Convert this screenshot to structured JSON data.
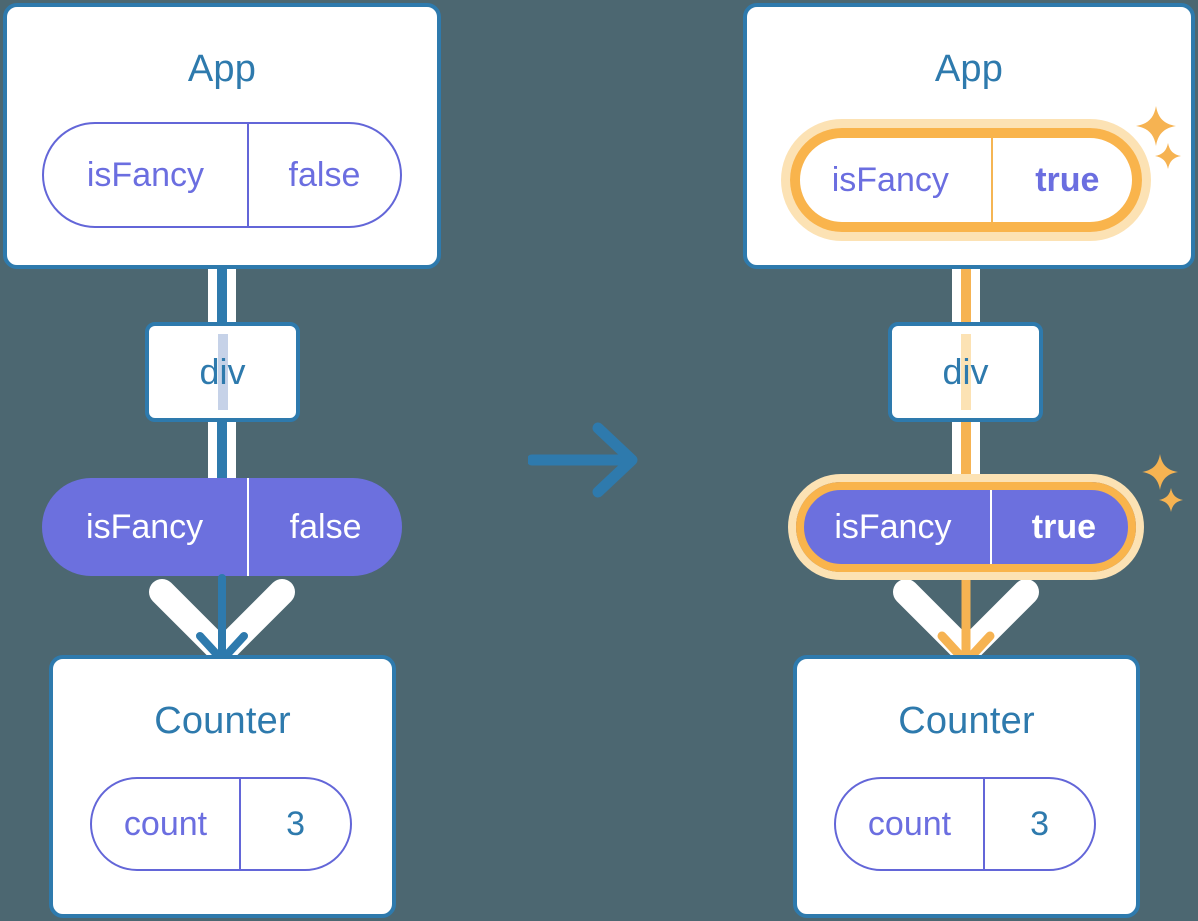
{
  "meta": {
    "background_color": "#4C6771",
    "accent_blue": "#2E7AAD",
    "accent_purple": "#6C70DE",
    "accent_orange": "#F6B352",
    "accent_orange_glow": "#FCE2B4"
  },
  "before": {
    "app": {
      "title": "App",
      "state": {
        "key": "isFancy",
        "value": "false"
      }
    },
    "div": {
      "label": "div"
    },
    "prop": {
      "key": "isFancy",
      "value": "false"
    },
    "counter": {
      "title": "Counter",
      "state": {
        "key": "count",
        "value": "3"
      }
    }
  },
  "transition": {
    "icon": "arrow-right-icon"
  },
  "after": {
    "app": {
      "title": "App",
      "state": {
        "key": "isFancy",
        "value": "true"
      }
    },
    "div": {
      "label": "div"
    },
    "prop": {
      "key": "isFancy",
      "value": "true"
    },
    "counter": {
      "title": "Counter",
      "state": {
        "key": "count",
        "value": "3"
      }
    },
    "sparkles": [
      {
        "name": "sparkle-large-icon"
      },
      {
        "name": "sparkle-small-icon"
      }
    ]
  }
}
